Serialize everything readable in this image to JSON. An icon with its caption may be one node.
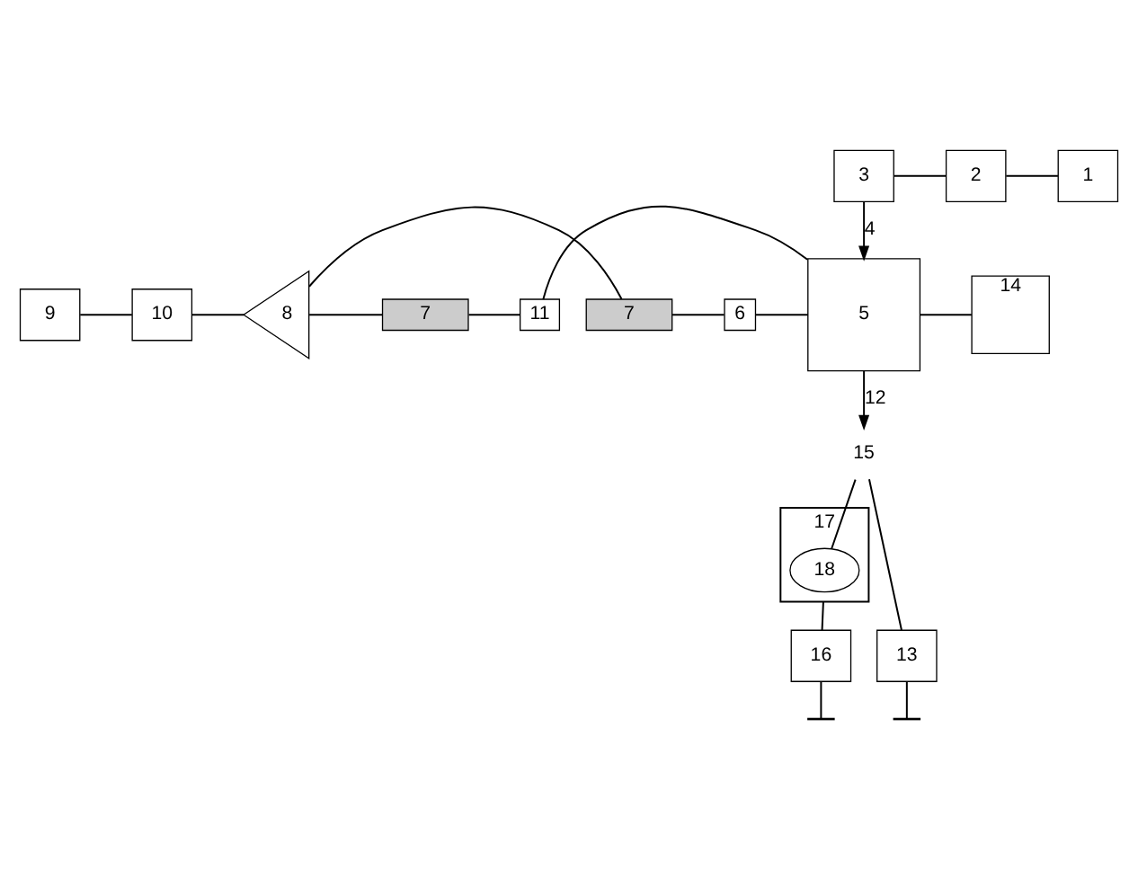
{
  "diagram": {
    "nodes": [
      {
        "text": [
          "3"
        ]
      },
      {
        "text": [
          "2"
        ]
      },
      {
        "text": [
          "1"
        ]
      },
      {
        "text": [
          "5"
        ]
      },
      {
        "text": [
          "14"
        ]
      },
      {
        "text": [
          "6"
        ]
      },
      {
        "text": [
          "11"
        ]
      },
      {
        "text": [
          "7"
        ]
      },
      {
        "text": [
          "7"
        ]
      },
      {
        "text": [
          "8"
        ]
      },
      {
        "text": [
          "10"
        ]
      },
      {
        "text": [
          "9"
        ]
      },
      {
        "text": [
          "15"
        ]
      },
      {
        "text": [
          "17"
        ]
      },
      {
        "text": [
          "18"
        ],
        "in": 13
      },
      {
        "text": [
          "16"
        ]
      },
      {
        "text": [
          "13"
        ]
      },
      {
        "text": [],
        "shape": "bar"
      },
      {
        "text": [],
        "shape": "bar"
      }
    ],
    "edges": [
      {
        "from": 0,
        "to": 1,
        "arrow": "none"
      },
      {
        "from": 1,
        "to": 2,
        "arrow": "none"
      },
      {
        "from": 0,
        "to": 3,
        "arrow": "to",
        "label": "4"
      },
      {
        "from": 3,
        "to": 4,
        "arrow": "none"
      },
      {
        "from": 5,
        "to": 3,
        "arrow": "none"
      },
      {
        "from": 6,
        "to": 3,
        "arrow": "none"
      },
      {
        "from": 7,
        "to": 5,
        "arrow": "none"
      },
      {
        "from": 8,
        "to": 6,
        "arrow": "none"
      },
      {
        "from": 9,
        "to": 7,
        "arrow": "none"
      },
      {
        "from": 9,
        "to": 8,
        "arrow": "none"
      },
      {
        "from": 10,
        "to": 9,
        "arrow": "none"
      },
      {
        "from": 11,
        "to": 10,
        "arrow": "none"
      },
      {
        "from": 3,
        "to": 12,
        "arrow": "to",
        "label": "12"
      },
      {
        "from": 12,
        "to": 14,
        "arrow": "none"
      },
      {
        "from": 12,
        "to": 16,
        "arrow": "none"
      },
      {
        "from": 13,
        "to": 15,
        "arrow": "none"
      },
      {
        "from": 15,
        "to": 17,
        "arrow": "none"
      },
      {
        "from": 16,
        "to": 18,
        "arrow": "none"
      }
    ]
  }
}
